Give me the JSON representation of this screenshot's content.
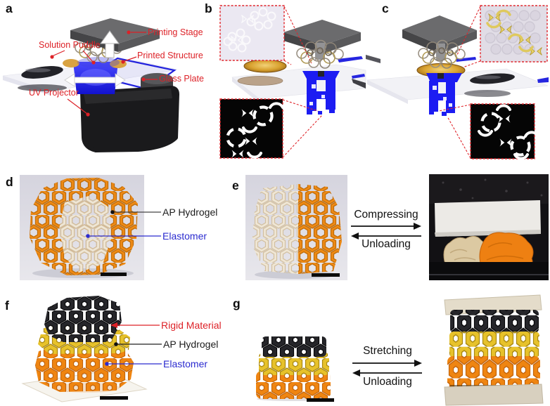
{
  "figure": {
    "panels": {
      "a": {
        "letter": "a",
        "labels": {
          "solution_puddle": "Solution Puddle",
          "printing_stage": "Printing Stage",
          "printed_structure": "Printed Structure",
          "glass_plate": "Glass Plate",
          "uv_projector": "UV Projector"
        }
      },
      "b": {
        "letter": "b"
      },
      "c": {
        "letter": "c"
      },
      "d": {
        "letter": "d",
        "labels": {
          "ap_hydrogel": "AP Hydrogel",
          "elastomer": "Elastomer"
        }
      },
      "e": {
        "letter": "e",
        "labels": {
          "compressing": "Compressing",
          "unloading": "Unloading"
        }
      },
      "f": {
        "letter": "f",
        "labels": {
          "rigid_material": "Rigid Material",
          "ap_hydrogel": "AP Hydrogel",
          "elastomer": "Elastomer"
        }
      },
      "g": {
        "letter": "g",
        "labels": {
          "stretching": "Stretching",
          "unloading": "Unloading"
        }
      }
    },
    "colors": {
      "annotation_red": "#dd2127",
      "annotation_blue": "#2b2bcf",
      "annotation_black": "#1a1a1a",
      "uv_light_blue": "#1c1cf2",
      "hydrogel_orange": "#ee8a15",
      "hydrogel_yellow": "#e7c22b",
      "rigid_material_black": "#26262a",
      "elastomer_clear": "#efe6d5",
      "gold_puddle": "#d9a230",
      "photo_background_light": "#dbdae2",
      "photo_background_dark": "#121114"
    }
  }
}
